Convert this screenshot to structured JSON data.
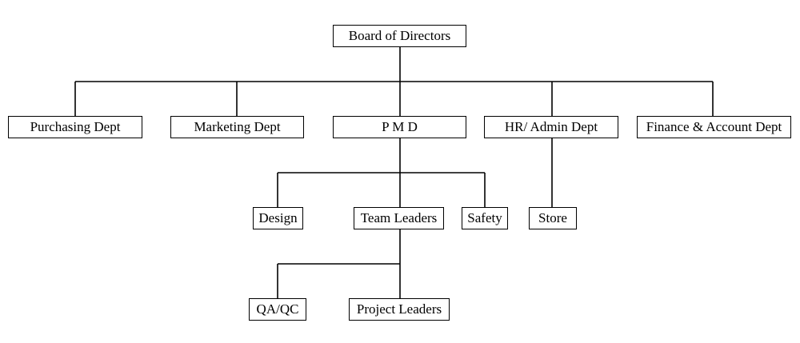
{
  "diagram": {
    "type": "org-chart",
    "nodes": {
      "board": "Board of Directors",
      "purchasing": "Purchasing Dept",
      "marketing": "Marketing Dept",
      "pmd": "P M D",
      "hr_admin": "HR/ Admin Dept",
      "finance": "Finance & Account Dept",
      "design": "Design",
      "team_leaders": "Team Leaders",
      "safety": "Safety",
      "store": "Store",
      "qa_qc": "QA/QC",
      "project_leaders": "Project Leaders"
    },
    "edges": [
      [
        "board",
        "purchasing"
      ],
      [
        "board",
        "marketing"
      ],
      [
        "board",
        "pmd"
      ],
      [
        "board",
        "hr_admin"
      ],
      [
        "board",
        "finance"
      ],
      [
        "pmd",
        "design"
      ],
      [
        "pmd",
        "team_leaders"
      ],
      [
        "pmd",
        "safety"
      ],
      [
        "hr_admin",
        "store"
      ],
      [
        "team_leaders",
        "qa_qc"
      ],
      [
        "team_leaders",
        "project_leaders"
      ]
    ]
  }
}
